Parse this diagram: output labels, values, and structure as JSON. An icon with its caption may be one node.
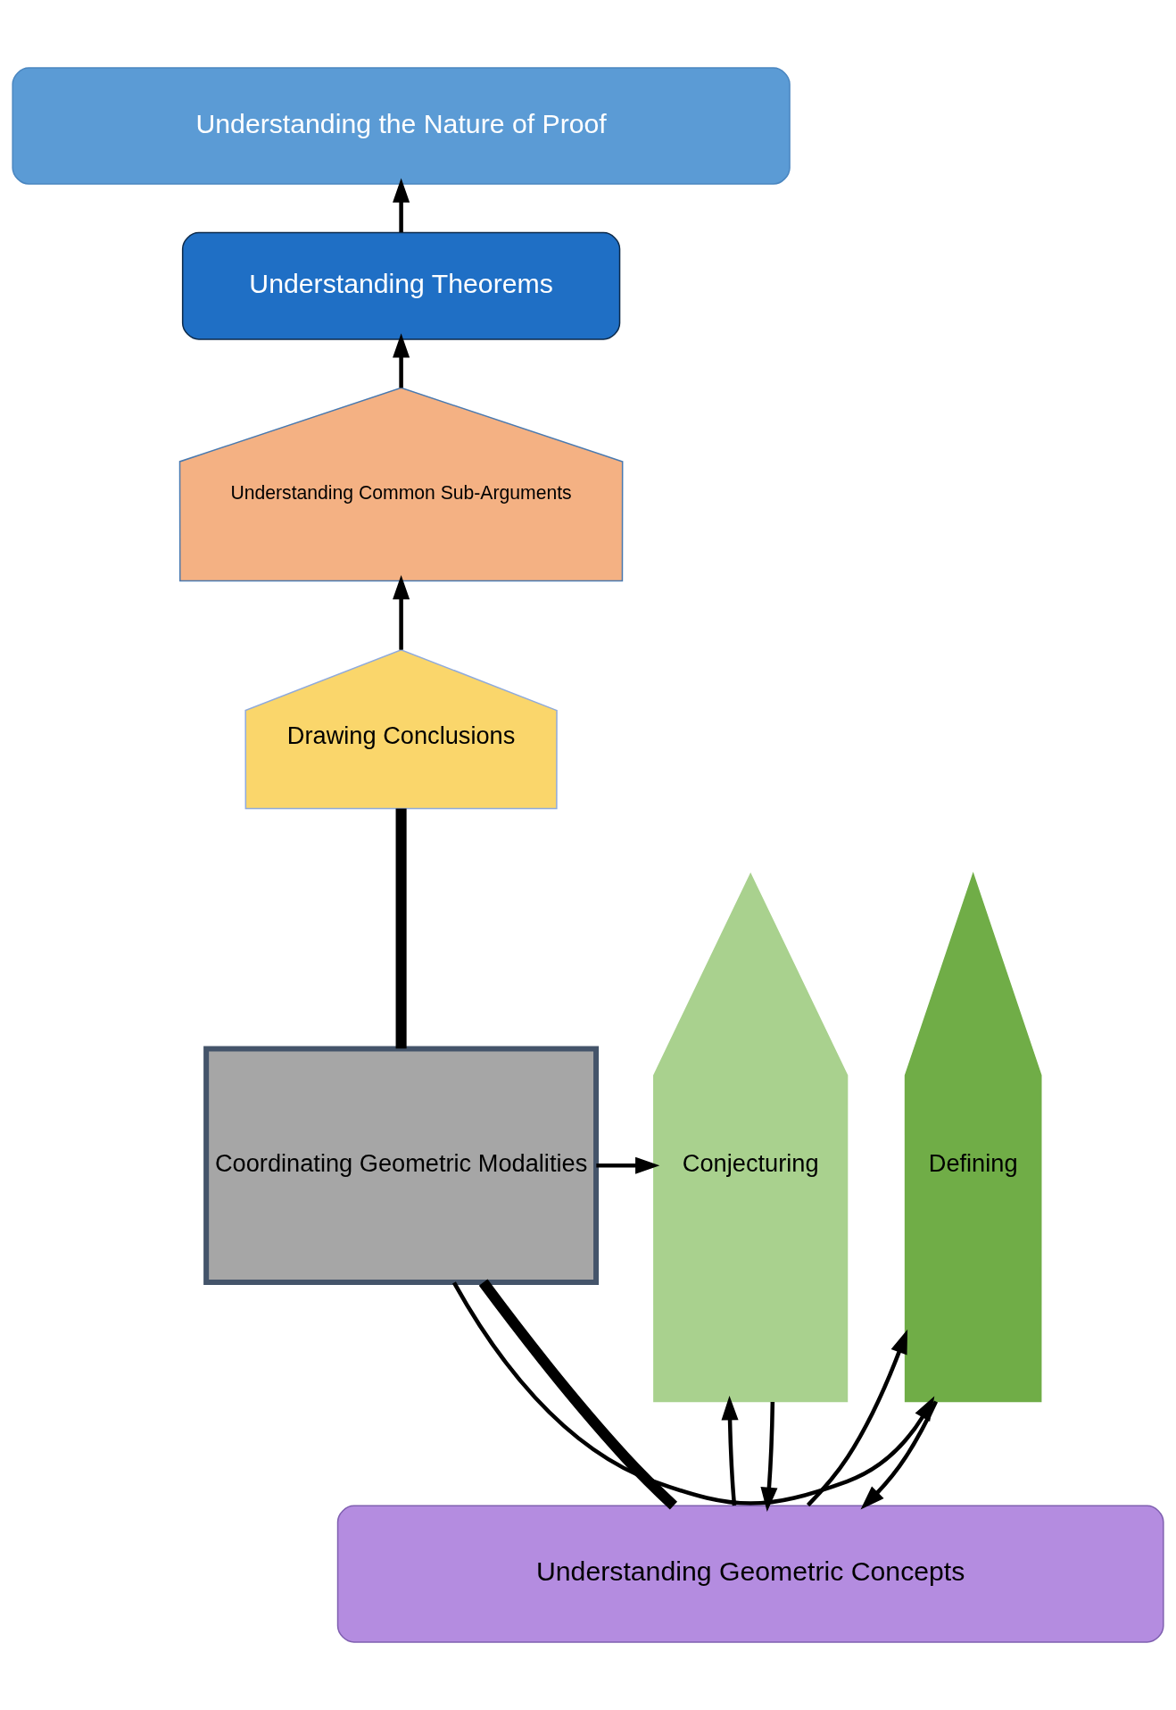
{
  "diagram": {
    "nodes": [
      {
        "text": [
          "Understanding the Nature of Proof"
        ]
      },
      {
        "text": [
          "Understanding Theorems"
        ]
      },
      {
        "text": [
          "Understanding Common Sub-Arguments"
        ]
      },
      {
        "text": [
          "Drawing Conclusions"
        ]
      },
      {
        "text": [
          "Coordinating Geometric Modalities"
        ]
      },
      {
        "text": [
          "Defining"
        ]
      },
      {
        "text": [
          "Conjecturing"
        ]
      },
      {
        "text": [
          "Understanding Geometric Concepts"
        ]
      }
    ],
    "edges": [
      {
        "from": 1,
        "to": 0,
        "arrow": "to"
      },
      {
        "from": 2,
        "to": 1,
        "arrow": "to"
      },
      {
        "from": 3,
        "to": 2,
        "arrow": "to"
      },
      {
        "from": 4,
        "to": 3,
        "arrow": "none",
        "style": "thick"
      },
      {
        "from": 7,
        "to": 4,
        "arrow": "none",
        "style": "thick"
      },
      {
        "from": 4,
        "to": 5,
        "arrow": "to"
      },
      {
        "from": 4,
        "to": 6,
        "arrow": "to"
      },
      {
        "from": 7,
        "to": 5,
        "arrow": "to"
      },
      {
        "from": 7,
        "to": 6,
        "arrow": "to"
      },
      {
        "from": 5,
        "to": 7,
        "arrow": "to"
      },
      {
        "from": 6,
        "to": 7,
        "arrow": "to"
      }
    ]
  }
}
